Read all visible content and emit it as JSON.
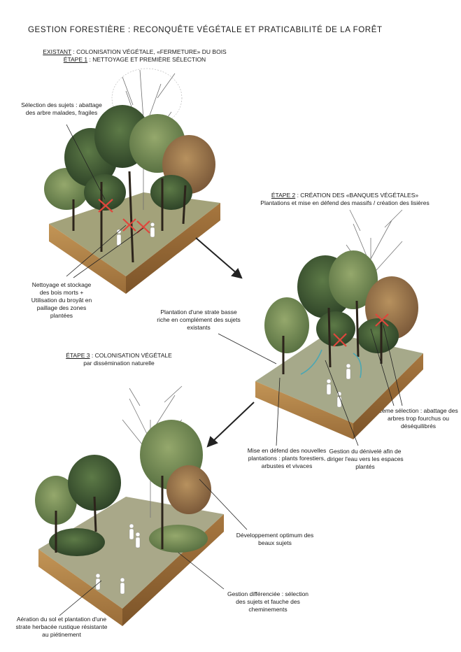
{
  "title": "GESTION FORESTIÈRE : RECONQUÊTE VÉGÉTALE ET PRATICABILITÉ DE LA FORÊT",
  "stage1": {
    "existing_key": "EXISTANT",
    "existing_text": " : COLONISATION VÉGÉTALE, «FERMETURE» DU BOIS",
    "step_key": "ÉTAPE 1",
    "step_text": " : NETTOYAGE ET PREMIÈRE SÉLECTION",
    "note_selection": "Sélection des sujets : abattage des arbre malades, fragiles",
    "note_cleaning": "Nettoyage et stockage des bois morts + Utilisation du broyât en paillage des zones plantées"
  },
  "stage2": {
    "step_key": "ÉTAPE 2",
    "step_text": " : CRÉATION DES «BANQUES VÉGÉTALES»",
    "subtitle": "Plantations et mise en défend des massifs / création des lisières",
    "note_planting": "Plantation d'une strate basse riche en complément des sujets existants",
    "note_second_selection": "2ème sélection : abattage des arbres trop fourchus ou déséquilibrés",
    "note_protection": "Mise en défend des nouvelles plantations : plants forestiers, arbustes et vivaces",
    "note_slope": "Gestion du dénivelé afin de diriger l'eau vers les espaces plantés"
  },
  "stage3": {
    "step_key": "ÉTAPE 3",
    "step_text": " : COLONISATION VÉGÉTALE",
    "subtitle": "par dissémination naturelle",
    "note_development": "Développement optimum des beaux sujets",
    "note_management": "Gestion différenciée : sélection des sujets et fauche des cheminements",
    "note_soil": "Aération du sol et plantation d'une strate herbacée rustique résistante au piétinement"
  },
  "colors": {
    "soil": "#b98a4c",
    "soil_dark": "#8c6232",
    "ground": "#9ea07a",
    "foliage_dark": "#3f5a35",
    "foliage_mid": "#6f8a52",
    "foliage_warm": "#a0744a",
    "cross": "#e0463c",
    "water": "#4aa7b4"
  }
}
